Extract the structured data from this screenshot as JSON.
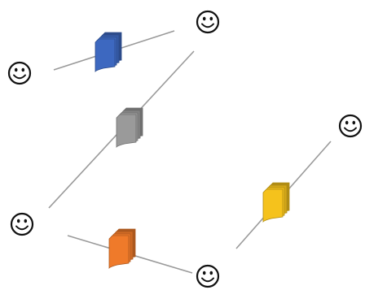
{
  "people": [
    {
      "id": "person-left-top",
      "glyph": "☺"
    },
    {
      "id": "person-top-right",
      "glyph": "☺"
    },
    {
      "id": "person-right",
      "glyph": "☺"
    },
    {
      "id": "person-left-bottom",
      "glyph": "☺"
    },
    {
      "id": "person-bottom-center",
      "glyph": "☺"
    }
  ],
  "links": [
    {
      "id": "link-blue",
      "from": "person-left-top",
      "to": "person-top-right",
      "document_color": "#3d68c0",
      "document_icon": "document-stack-icon"
    },
    {
      "id": "link-gray",
      "from": "person-left-bottom",
      "to": "person-top-right",
      "document_color": "#9a9a9a",
      "document_icon": "document-stack-icon"
    },
    {
      "id": "link-orange",
      "from": "person-left-bottom",
      "to": "person-bottom-center",
      "document_color": "#ef7a2a",
      "document_icon": "document-stack-icon"
    },
    {
      "id": "link-yellow",
      "from": "person-bottom-center",
      "to": "person-right",
      "document_color": "#f5c21c",
      "document_icon": "document-stack-icon"
    }
  ],
  "colors": {
    "line": "#9a9a9a",
    "face_stroke": "#111111",
    "background": "#ffffff"
  }
}
